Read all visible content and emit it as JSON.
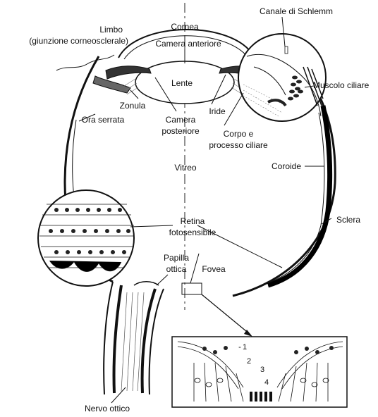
{
  "diagram": {
    "labels": {
      "limbo": "Limbo",
      "giunzione": "(giunzione corneosclerale)",
      "cornea": "Cornea",
      "canale": "Canale di Schlemm",
      "camera_anteriore": "Camera anteriore",
      "lente": "Lente",
      "muscolo": "Muscolo ciliare",
      "zonula": "Zonula",
      "iride": "Iride",
      "ora_serrata": "Ora serrata",
      "camera_post_1": "Camera",
      "camera_post_2": "posteriore",
      "corpo_1": "Corpo e",
      "corpo_2": "processo ciliare",
      "vitreo": "Vitreo",
      "coroide": "Coroide",
      "sclera": "Sclera",
      "retina_1": "Retina",
      "retina_2": "fotosensibile",
      "papilla_1": "Papilla",
      "papilla_2": "ottica",
      "fovea": "Fovea",
      "nervo": "Nervo ottico",
      "n1": "1",
      "n2": "2",
      "n3": "3",
      "n4": "4"
    }
  }
}
